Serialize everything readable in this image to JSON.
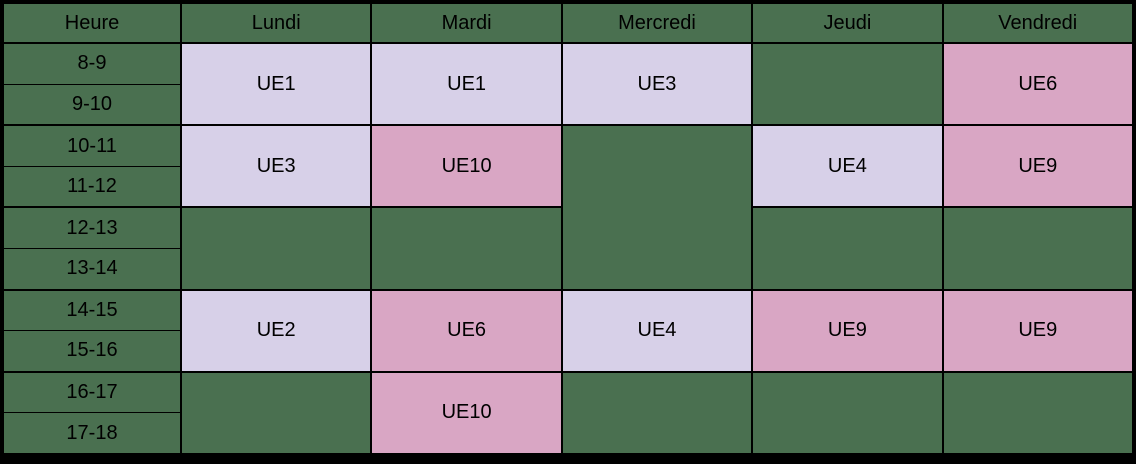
{
  "timetable": {
    "columns": {
      "heure": "Heure",
      "lundi": "Lundi",
      "mardi": "Mardi",
      "mercredi": "Mercredi",
      "jeudi": "Jeudi",
      "vendredi": "Vendredi"
    },
    "times": {
      "t8": "8-9",
      "t9": "9-10",
      "t10": "10-11",
      "t11": "11-12",
      "t12": "12-13",
      "t13": "13-14",
      "t14": "14-15",
      "t15": "15-16",
      "t16": "16-17",
      "t17": "17-18"
    },
    "courses": {
      "lundi_8_10": "UE1",
      "mardi_8_10": "UE1",
      "mercredi_8_10": "UE3",
      "jeudi_8_10": "",
      "vendredi_8_10": "UE6",
      "lundi_10_12": "UE3",
      "mardi_10_12": "UE10",
      "mercredi_10_14": "",
      "jeudi_10_12": "UE4",
      "vendredi_10_12": "UE9",
      "lundi_12_14": "",
      "mardi_12_14": "",
      "jeudi_12_14": "",
      "vendredi_12_14": "",
      "lundi_14_16": "UE2",
      "mardi_14_16": "UE6",
      "mercredi_14_16": "UE4",
      "jeudi_14_16": "UE9",
      "vendredi_14_16": "UE9",
      "lundi_16_18": "",
      "mardi_16_18": "UE10",
      "mercredi_16_18": "",
      "jeudi_16_18": "",
      "vendredi_16_18": ""
    },
    "colors": {
      "background_green": "#4A7050",
      "course_lavender": "#D7D0E8",
      "course_pink": "#D9A6C4",
      "border_black": "#000000"
    }
  }
}
